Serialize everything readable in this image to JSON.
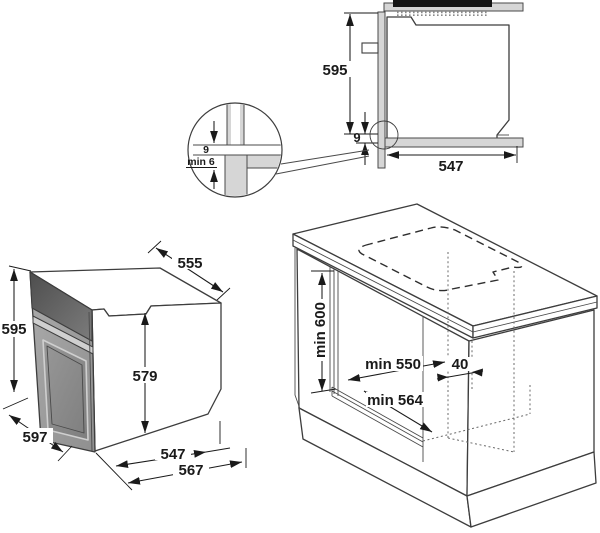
{
  "drawing": {
    "title": "built-in oven installation dimensions",
    "section_view": {
      "height": "595",
      "overlap": "9",
      "depth": "547",
      "detail_top": "9",
      "detail_bottom": "min 6"
    },
    "oven_view": {
      "top_width": "555",
      "height": "595",
      "body_height": "579",
      "front_width": "597",
      "body_depth": "547",
      "total_depth": "567"
    },
    "cabinet_view": {
      "niche_height": "min 600",
      "niche_depth": "min 550",
      "back_gap": "40",
      "bottom_depth": "min 564"
    },
    "colors": {
      "line": "#3d3d3d",
      "dimension": "#1a1a1a",
      "fill_gray": "#d6d6d6",
      "panel_dark": "#5c5c5c",
      "door_gray": "#9e9e9e",
      "glass_gray": "#8c8c8c",
      "handle_light": "#d0d0d0",
      "hob_black": "#161616",
      "background": "#ffffff"
    }
  }
}
